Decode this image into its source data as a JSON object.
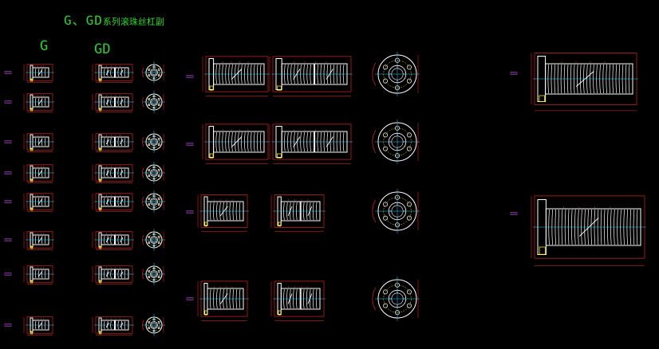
{
  "title": {
    "main": "G、GD",
    "sub": "系列滚珠丝杠副"
  },
  "column_labels": {
    "g": "G",
    "gd": "GD"
  },
  "colors": {
    "title": "#2bd52b",
    "outline": "#ffffff",
    "dimension": "#ff2a2a",
    "accent": "#ffe600",
    "center_line": "#33ccff",
    "tag": "#b04ad0",
    "background": "#000000"
  }
}
